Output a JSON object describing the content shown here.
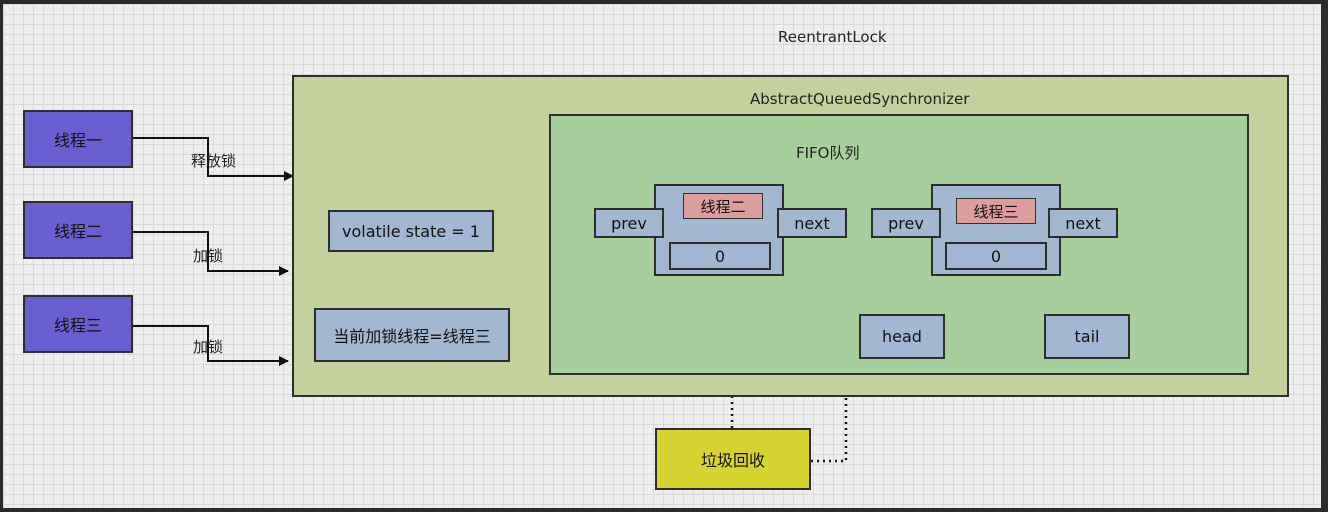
{
  "title": "ReentrantLock",
  "aqs": {
    "title": "AbstractQueuedSynchronizer",
    "state_label": "volatile state = 1",
    "owner_label": "当前加锁线程=线程三"
  },
  "threads": [
    {
      "label": "线程一",
      "edge_label": "释放锁"
    },
    {
      "label": "线程二",
      "edge_label": "加锁"
    },
    {
      "label": "线程三",
      "edge_label": "加锁"
    }
  ],
  "fifo": {
    "title": "FIFO队列",
    "nodes": [
      {
        "thread": "线程二",
        "prev": "prev",
        "next": "next",
        "value": "0"
      },
      {
        "thread": "线程三",
        "prev": "prev",
        "next": "next",
        "value": "0"
      }
    ],
    "head": "head",
    "tail": "tail"
  },
  "gc_label": "垃圾回收",
  "colors": {
    "thread": "#6a5fd1",
    "aqs": "#c3d29c",
    "fifo": "#a7cf9b",
    "field": "#a2b7d2",
    "thread_tag": "#dc9d9c",
    "gc": "#d7d431"
  }
}
